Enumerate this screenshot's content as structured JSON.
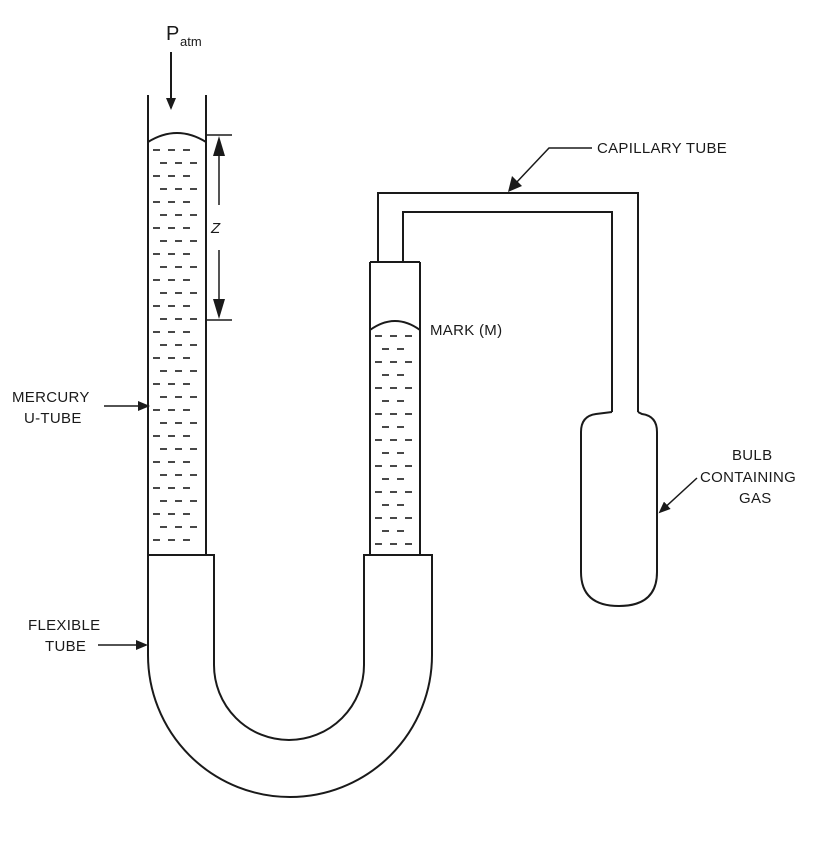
{
  "labels": {
    "patm_main": "P",
    "patm_sub": "atm",
    "z": "Z",
    "capillary": "CAPILLARY TUBE",
    "mark": "MARK (M)",
    "mercury_line1": "MERCURY",
    "mercury_line2": "U-TUBE",
    "bulb_line1": "BULB",
    "bulb_line2": "CONTAINING",
    "bulb_line3": "GAS",
    "flexible_line1": "FLEXIBLE",
    "flexible_line2": "TUBE"
  },
  "colors": {
    "ink": "#1a1a1a",
    "paper": "#ffffff"
  }
}
